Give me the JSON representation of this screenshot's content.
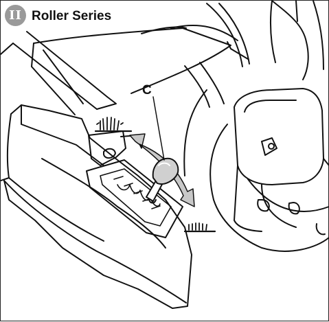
{
  "header": {
    "section_numeral": "II",
    "title": "Roller Series"
  },
  "callouts": [
    {
      "label": "C"
    }
  ],
  "icons": {
    "section_badge": "roman-numeral-circle-icon",
    "adjust_arrow": "double-headed-curved-arrow-icon",
    "grass_high": "grass-height-high-icon",
    "grass_low": "grass-height-low-icon"
  },
  "colors": {
    "ink": "#111111",
    "arrow_fill": "#c8c8c8",
    "knob_shade": "#d0d0d0",
    "badge_gray": "#9a9a9a"
  }
}
